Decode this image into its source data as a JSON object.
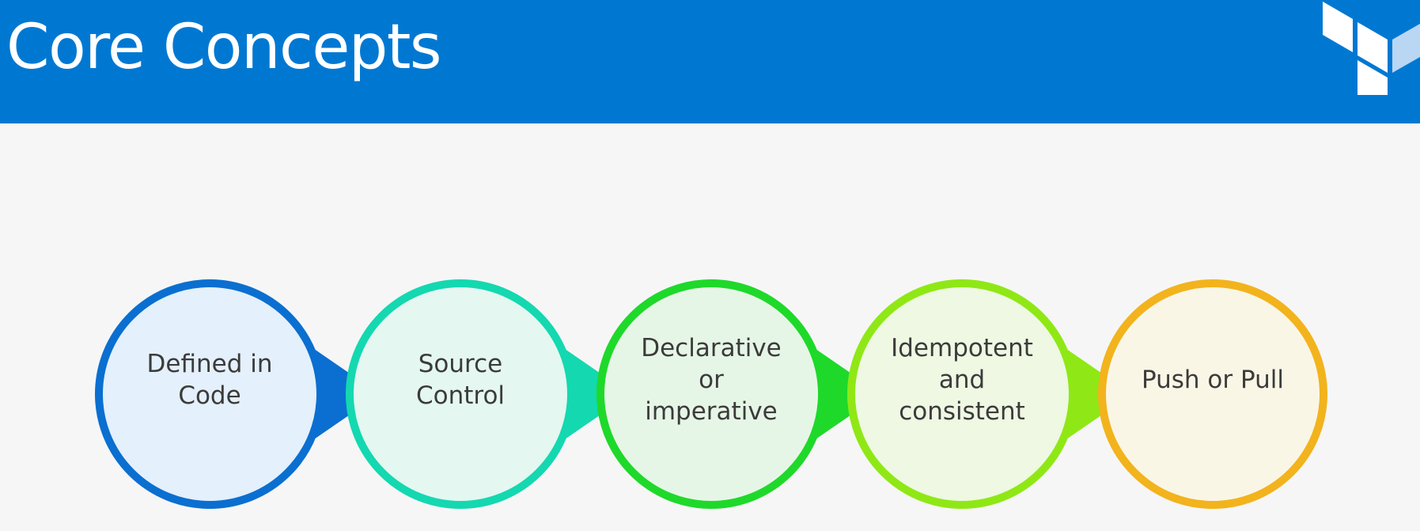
{
  "slide": {
    "title": "Core Concepts"
  },
  "logo": {
    "icon": "terraform-logo-icon",
    "colors": [
      "#ffffff",
      "#b9d6f2"
    ]
  },
  "diagram": {
    "steps": [
      {
        "label_lines": [
          "Defined in",
          "Code"
        ],
        "ring_color": "#0a6fd0",
        "fill_color": "#e4f0fb"
      },
      {
        "label_lines": [
          "Source",
          "Control"
        ],
        "ring_color": "#14d8b0",
        "fill_color": "#e4f7f1"
      },
      {
        "label_lines": [
          "Declarative",
          "or",
          "imperative"
        ],
        "ring_color": "#1ed92a",
        "fill_color": "#e6f6e6"
      },
      {
        "label_lines": [
          "Idempotent",
          "and",
          "consistent"
        ],
        "ring_color": "#8fe815",
        "fill_color": "#eef8e2"
      },
      {
        "label_lines": [
          "Push or Pull"
        ],
        "ring_color": "#f2b31c",
        "fill_color": "#faf6e6"
      }
    ]
  }
}
